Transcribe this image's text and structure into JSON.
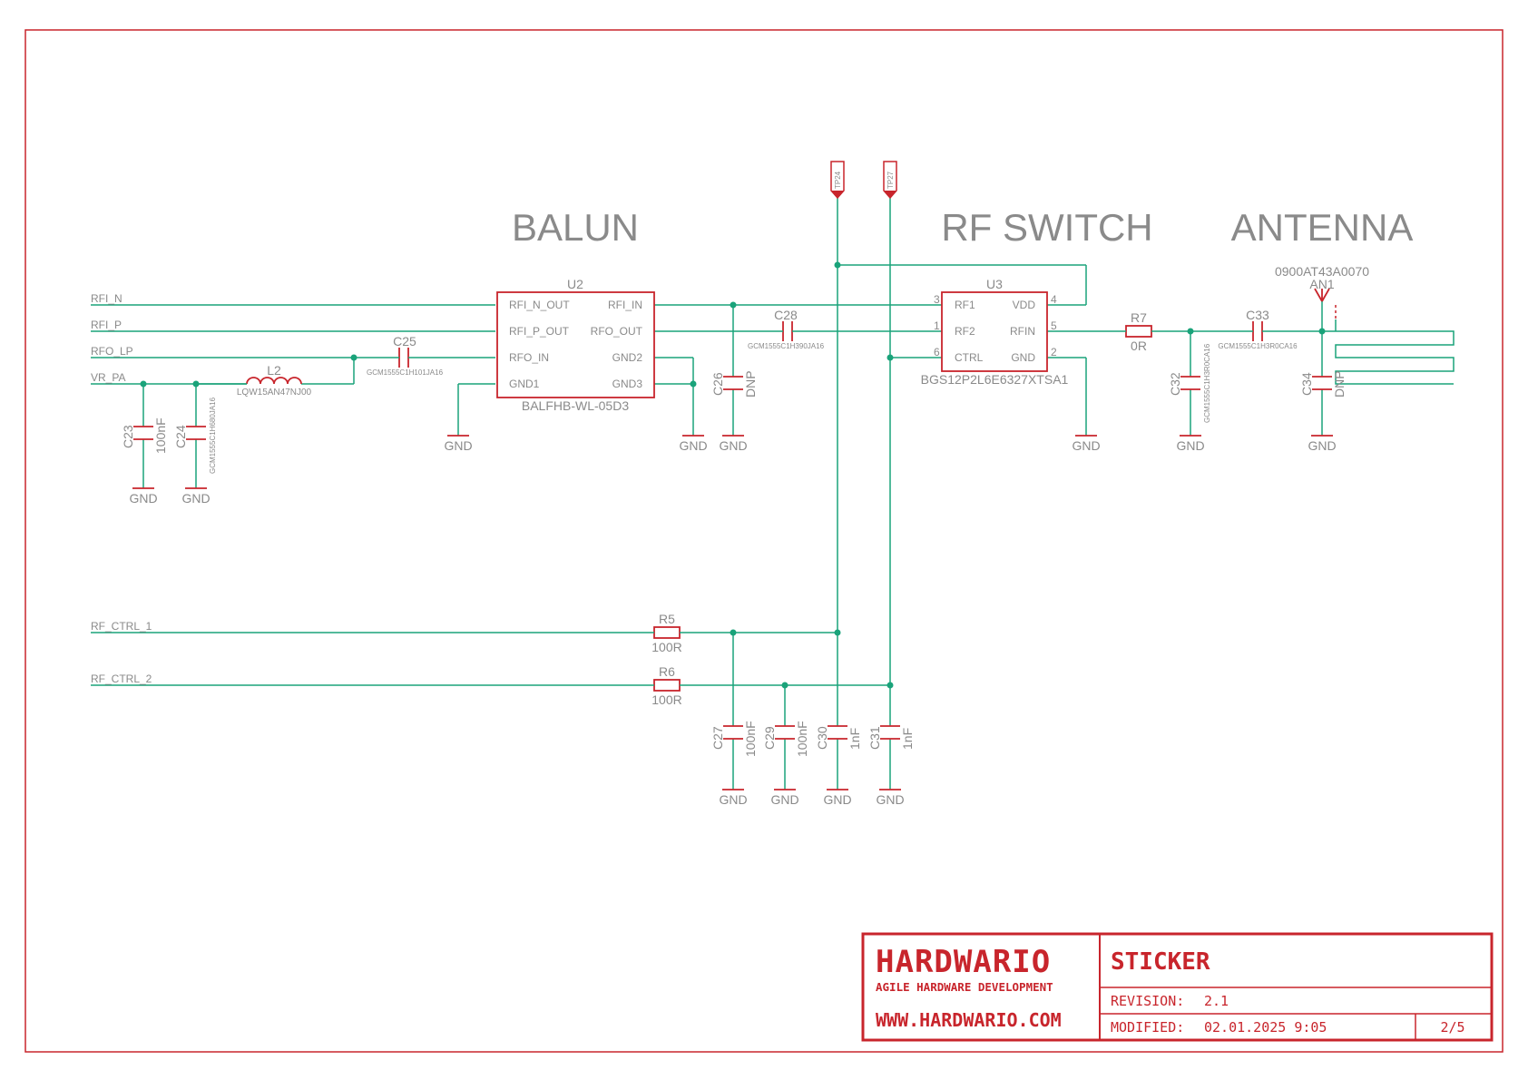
{
  "sections": {
    "balun": "BALUN",
    "rf_switch": "RF SWITCH",
    "antenna": "ANTENNA"
  },
  "nets": {
    "rfi_n": "RFI_N",
    "rfi_p": "RFI_P",
    "rfo_lp": "RFO_LP",
    "vr_pa": "VR_PA",
    "rf_ctrl_1": "RF_CTRL_1",
    "rf_ctrl_2": "RF_CTRL_2",
    "gnd": "GND"
  },
  "u2": {
    "ref": "U2",
    "part": "BALFHB-WL-05D3",
    "pins": {
      "rfi_n_out": "RFI_N_OUT",
      "rfi_in": "RFI_IN",
      "rfi_p_out": "RFI_P_OUT",
      "rfo_out": "RFO_OUT",
      "rfo_in": "RFO_IN",
      "gnd2": "GND2",
      "gnd1": "GND1",
      "gnd3": "GND3"
    }
  },
  "u3": {
    "ref": "U3",
    "part": "BGS12P2L6E6327XTSA1",
    "pins": {
      "rf1": "RF1",
      "vdd": "VDD",
      "rf2": "RF2",
      "rfin": "RFIN",
      "ctrl": "CTRL",
      "gnd": "GND"
    },
    "pin_numbers": {
      "rf1": "3",
      "rf2": "1",
      "ctrl": "6",
      "vdd": "4",
      "rfin": "5",
      "gnd": "2"
    }
  },
  "an1": {
    "ref": "AN1",
    "part": "0900AT43A0070"
  },
  "test_points": {
    "tp24": "TP24",
    "tp27": "TP27"
  },
  "l2": {
    "ref": "L2",
    "part": "LQW15AN47NJ00"
  },
  "c23": {
    "ref": "C23",
    "value": "100nF"
  },
  "c24": {
    "ref": "C24",
    "part": "GCM1555C1H680JA16"
  },
  "c25": {
    "ref": "C25",
    "part": "GCM1555C1H101JA16"
  },
  "c26": {
    "ref": "C26",
    "value": "DNP"
  },
  "c28": {
    "ref": "C28",
    "part": "GCM1555C1H390JA16"
  },
  "r7": {
    "ref": "R7",
    "value": "0R"
  },
  "c32": {
    "ref": "C32",
    "part": "GCM1555C1H3R0CA16"
  },
  "c33": {
    "ref": "C33",
    "part": "GCM1555C1H3R0CA16"
  },
  "c34": {
    "ref": "C34",
    "value": "DNP"
  },
  "r5": {
    "ref": "R5",
    "value": "100R"
  },
  "r6": {
    "ref": "R6",
    "value": "100R"
  },
  "c27": {
    "ref": "C27",
    "value": "100nF"
  },
  "c29": {
    "ref": "C29",
    "value": "100nF"
  },
  "c30": {
    "ref": "C30",
    "value": "1nF"
  },
  "c31": {
    "ref": "C31",
    "value": "1nF"
  },
  "title_block": {
    "logo": "HARDWARIO",
    "tagline": "AGILE HARDWARE DEVELOPMENT",
    "website": "WWW.HARDWARIO.COM",
    "title": "STICKER",
    "revision_label": "REVISION:",
    "revision": "2.1",
    "modified_label": "MODIFIED:",
    "modified": "02.01.2025 9:05",
    "sheet": "2/5"
  },
  "colors": {
    "frame": "#c8252c",
    "wire": "#1aa37a",
    "text": "#8a8a8a"
  }
}
